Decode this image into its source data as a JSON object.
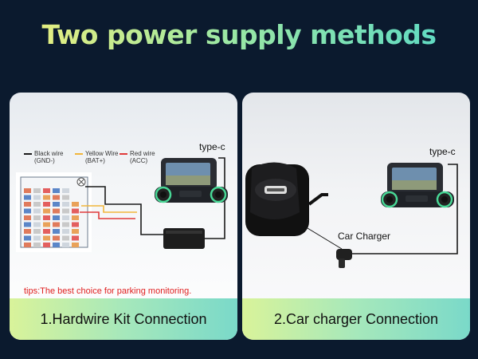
{
  "title": "Two power supply methods",
  "left_panel": {
    "legend": [
      {
        "name": "Black wire",
        "code": "(GND-)",
        "color": "#1a1a1a"
      },
      {
        "name": "Yellow Wire",
        "code": "(BAT+)",
        "color": "#f2b53a"
      },
      {
        "name": "Red wire",
        "code": "(ACC)",
        "color": "#e03a3a"
      }
    ],
    "connector_label": "type-c",
    "tip": "tips:The best choice for parking monitoring.",
    "footer": "1.Hardwire Kit Connection"
  },
  "right_panel": {
    "connector_label": "type-c",
    "charger_label": "Car Charger",
    "footer": "2.Car charger Connection"
  },
  "colors": {
    "background": "#0b1a2e",
    "footer_gradient_start": "#d9f39a",
    "footer_gradient_end": "#7ad9c9",
    "tip_red": "#e02020"
  },
  "icons": [
    "dashcam-icon",
    "hardwire-box-icon",
    "fuse-box-icon",
    "car-charger-icon",
    "usb-port-icon"
  ]
}
